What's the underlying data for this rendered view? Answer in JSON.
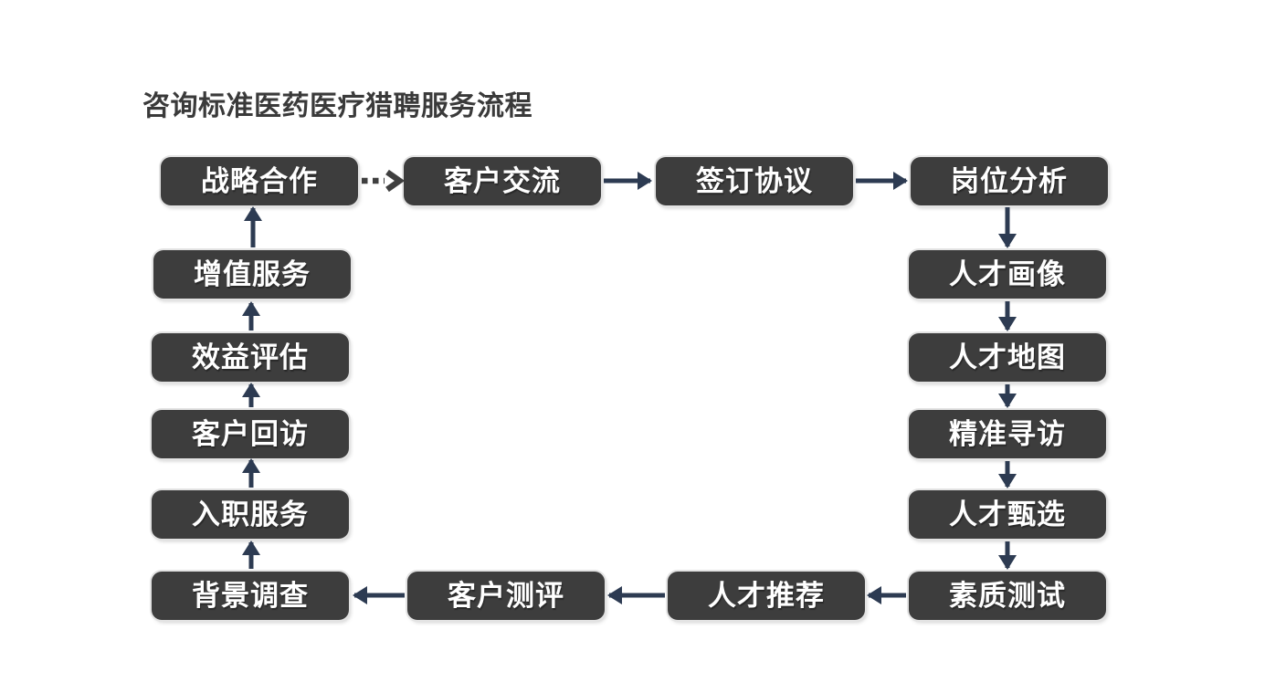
{
  "title": "咨询标准医药医疗猎聘服务流程",
  "colors": {
    "background": "#ffffff",
    "title_text": "#3a3a3a",
    "box_bg": "#3d3d3d",
    "box_text": "#ffffff",
    "box_halo": "#e3e3e3",
    "arrow": "#2d3b52",
    "dotted_arrow": "#3f3f3f"
  },
  "nodes": [
    {
      "id": "strategic-cooperation",
      "label": "战略合作"
    },
    {
      "id": "client-communication",
      "label": "客户交流"
    },
    {
      "id": "sign-agreement",
      "label": "签订协议"
    },
    {
      "id": "position-analysis",
      "label": "岗位分析"
    },
    {
      "id": "talent-portrait",
      "label": "人才画像"
    },
    {
      "id": "talent-map",
      "label": "人才地图"
    },
    {
      "id": "precise-search",
      "label": "精准寻访"
    },
    {
      "id": "talent-selection",
      "label": "人才甄选"
    },
    {
      "id": "quality-test",
      "label": "素质测试"
    },
    {
      "id": "talent-recommendation",
      "label": "人才推荐"
    },
    {
      "id": "client-evaluation",
      "label": "客户测评"
    },
    {
      "id": "background-check",
      "label": "背景调查"
    },
    {
      "id": "onboarding-service",
      "label": "入职服务"
    },
    {
      "id": "client-follow-up",
      "label": "客户回访"
    },
    {
      "id": "benefit-evaluation",
      "label": "效益评估"
    },
    {
      "id": "value-added-service",
      "label": "增值服务"
    }
  ],
  "connections": [
    {
      "from": "strategic-cooperation",
      "to": "client-communication",
      "style": "dotted"
    },
    {
      "from": "client-communication",
      "to": "sign-agreement",
      "style": "solid"
    },
    {
      "from": "sign-agreement",
      "to": "position-analysis",
      "style": "solid"
    },
    {
      "from": "position-analysis",
      "to": "talent-portrait",
      "style": "solid"
    },
    {
      "from": "talent-portrait",
      "to": "talent-map",
      "style": "solid"
    },
    {
      "from": "talent-map",
      "to": "precise-search",
      "style": "solid"
    },
    {
      "from": "precise-search",
      "to": "talent-selection",
      "style": "solid"
    },
    {
      "from": "talent-selection",
      "to": "quality-test",
      "style": "solid"
    },
    {
      "from": "quality-test",
      "to": "talent-recommendation",
      "style": "solid"
    },
    {
      "from": "talent-recommendation",
      "to": "client-evaluation",
      "style": "solid"
    },
    {
      "from": "client-evaluation",
      "to": "background-check",
      "style": "solid"
    },
    {
      "from": "background-check",
      "to": "onboarding-service",
      "style": "solid"
    },
    {
      "from": "onboarding-service",
      "to": "client-follow-up",
      "style": "solid"
    },
    {
      "from": "client-follow-up",
      "to": "benefit-evaluation",
      "style": "solid"
    },
    {
      "from": "benefit-evaluation",
      "to": "value-added-service",
      "style": "solid"
    },
    {
      "from": "value-added-service",
      "to": "strategic-cooperation",
      "style": "solid"
    }
  ]
}
